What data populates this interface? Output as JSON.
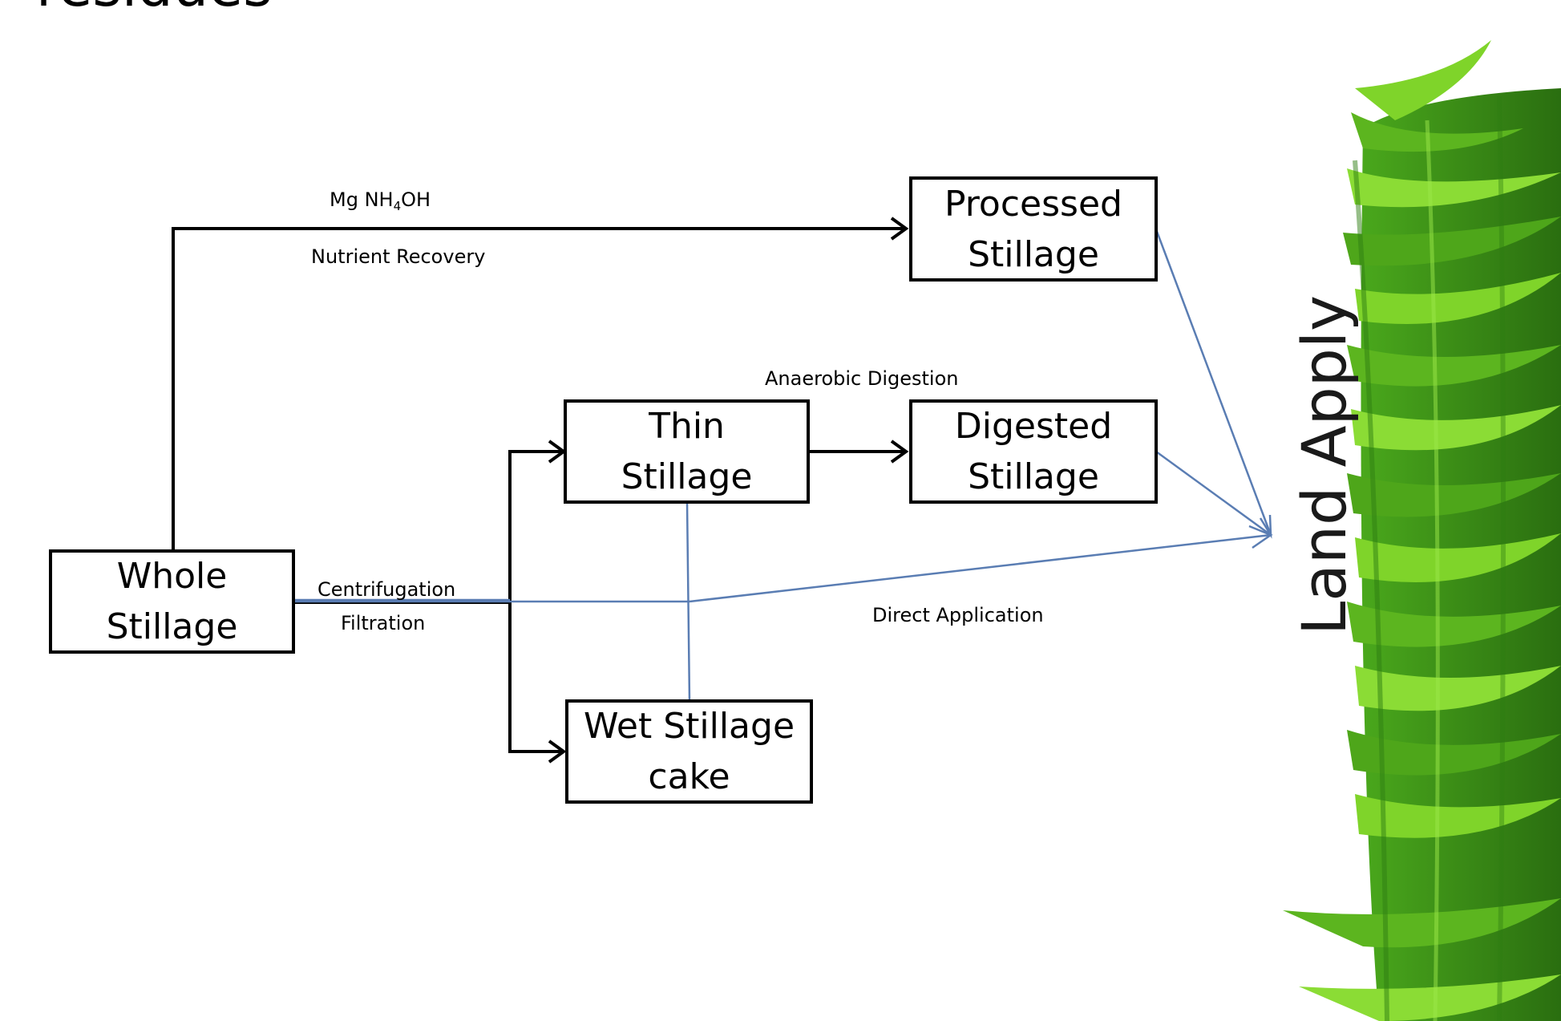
{
  "title": "residues",
  "boxes": {
    "whole": [
      "Whole",
      "Stillage"
    ],
    "processed": [
      "Processed",
      "Stillage"
    ],
    "thin": [
      "Thin",
      "Stillage"
    ],
    "digested": [
      "Digested",
      "Stillage"
    ],
    "wet": [
      "Wet Stillage",
      "cake"
    ]
  },
  "labels": {
    "mg_prefix": "Mg NH",
    "mg_sub": "4",
    "mg_suffix": "OH",
    "nutrient_recovery": "Nutrient Recovery",
    "anaerobic_digestion": "Anaerobic Digestion",
    "centrifugation": "Centrifugation",
    "filtration": "Filtration",
    "direct_application": "Direct Application"
  },
  "land_apply": "Land Apply",
  "colors": {
    "flow": "#000000",
    "application": "#5a7db3",
    "grass_light": "#7fd42a",
    "grass_dark": "#2e7d12"
  },
  "icons": {
    "grass": "grass-illustration"
  }
}
